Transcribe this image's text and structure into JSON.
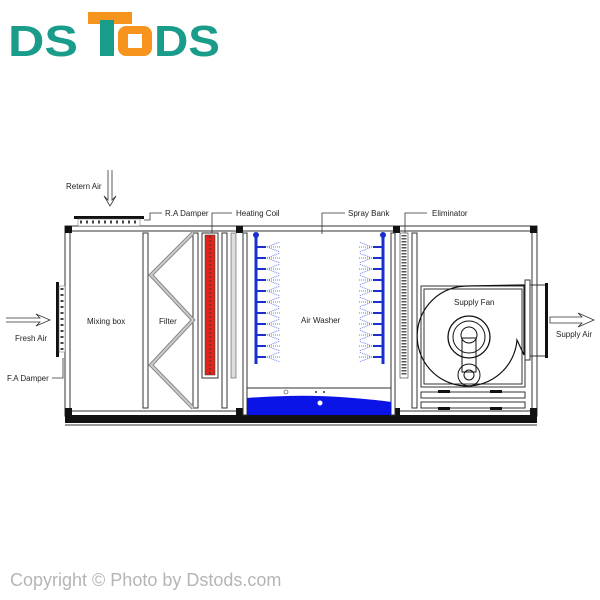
{
  "logo": {
    "text": "DSTODS",
    "teal": "#1a9c8a",
    "orange": "#f7941d"
  },
  "labels": {
    "return_air": "Retern Air",
    "ra_damper": "R.A Damper",
    "heating_coil": "Heating Coil",
    "spray_bank": "Spray Bank",
    "eliminator": "Eliminator",
    "fresh_air": "Fresh Air",
    "fa_damper": "F.A Damper",
    "mixing_box": "Mixing box",
    "filter": "Filter",
    "air_washer": "Air Washer",
    "supply_fan": "Supply Fan",
    "supply_air": "Supply Air"
  },
  "colors": {
    "water": "#0a14e6",
    "coil": "#e0241b",
    "spray": "#1a2fd0"
  },
  "copyright": "Copyright © Photo by Dstods.com"
}
